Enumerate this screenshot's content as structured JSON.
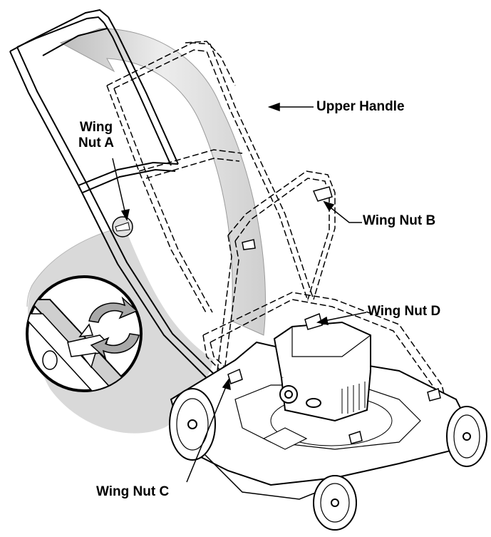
{
  "labels": {
    "upper_handle": "Upper Handle",
    "wing_nut_a_line1": "Wing",
    "wing_nut_a_line2": "Nut A",
    "wing_nut_b": "Wing Nut B",
    "wing_nut_c": "Wing Nut C",
    "wing_nut_d": "Wing Nut D"
  },
  "colors": {
    "line": "#000000",
    "shade": "#d4d4d4",
    "shade_light": "#e6e6e6",
    "background": "#ffffff"
  },
  "icons": {
    "rotation": "rotate-arrows-icon",
    "fold_arrow": "fold-arrow-icon"
  }
}
